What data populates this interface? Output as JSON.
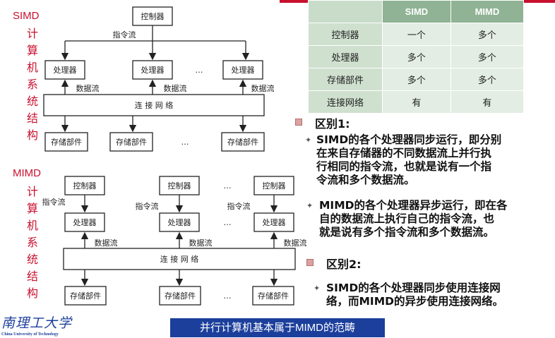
{
  "colors": {
    "title_red": "#c8102e",
    "banner_blue": "#1c3f9c",
    "top_bar": "#c8102e",
    "table_header": "#8fb394"
  },
  "left": {
    "simd_title": "SIMD",
    "simd_chars": [
      "计",
      "算",
      "机",
      "系",
      "统",
      "结",
      "构"
    ],
    "mimd_title": "MIMD",
    "mimd_chars": [
      "计",
      "算",
      "机",
      "系",
      "统",
      "结",
      "构"
    ]
  },
  "simd_diagram": {
    "controller": "控制器",
    "instr_stream": "指令流",
    "processor": "处理器",
    "ellipsis": "…",
    "data_stream": "数据流",
    "network": "连 接 网 络",
    "storage": "存储部件"
  },
  "mimd_diagram": {
    "controller": "控制器",
    "instr_stream": "指令流",
    "processor": "处理器",
    "ellipsis": "…",
    "data_stream": "数据流",
    "network": "连 接 网 络",
    "storage": "存储部件"
  },
  "table": {
    "headers": [
      "SIMD",
      "MIMD"
    ],
    "rows": [
      {
        "label": "控制器",
        "simd": "一个",
        "mimd": "多个"
      },
      {
        "label": "处理器",
        "simd": "多个",
        "mimd": "多个"
      },
      {
        "label": "存储部件",
        "simd": "多个",
        "mimd": "多个"
      },
      {
        "label": "连接网络",
        "simd": "有",
        "mimd": "有"
      }
    ]
  },
  "notes": {
    "diff1_label": "区别1:",
    "diff1_line1": "SIMD的各个处理器同步运行，即分别",
    "diff1_line2": "在来自存储器的不同数据流上并行执",
    "diff1_line3": "行相同的指令流，也就是说有一个指",
    "diff1_line4": "令流和多个数据流。",
    "diff1b_line1": "MIMD的各个处理器异步运行，即在各",
    "diff1b_line2": "自的数据流上执行自己的指令流，也",
    "diff1b_line3": "就是说有多个指令流和多个数据流。",
    "diff2_label": "区别2:",
    "diff2_line1": "SIMD的各个处理器同步使用连接网",
    "diff2_line2": "络，而MIMD的异步使用连接网络。"
  },
  "footer": {
    "banner": "并行计算机基本属于MIMD的范畴",
    "logo_cn": "南理工大学",
    "logo_en": "China University of Technology"
  }
}
